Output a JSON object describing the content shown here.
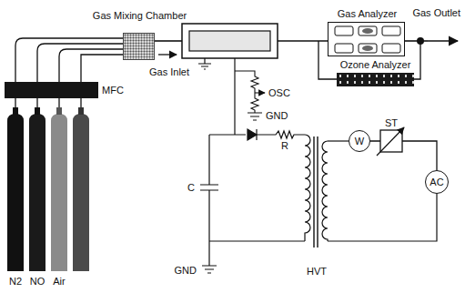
{
  "diagram": {
    "nodes": [
      {
        "text": [
          "MFC"
        ]
      },
      {
        "text": [
          "Gas Mixing Chamber"
        ]
      },
      {
        "text": [
          "Gas Analyzer"
        ]
      },
      {
        "text": [
          "Ozone Analyzer"
        ]
      },
      {
        "text": [
          "W"
        ]
      },
      {
        "text": [
          "AC"
        ]
      }
    ],
    "edges": [
      {
        "from": 0,
        "to": 1,
        "arrow": "none"
      },
      {
        "from": 4,
        "to": 5,
        "arrow": "none"
      }
    ],
    "labels": [
      "Gas Inlet",
      "Gas Outlet",
      "OSC",
      "GND",
      "R",
      "ST",
      "C",
      "HVT",
      "GND",
      "N2",
      "NO",
      "Air"
    ]
  }
}
